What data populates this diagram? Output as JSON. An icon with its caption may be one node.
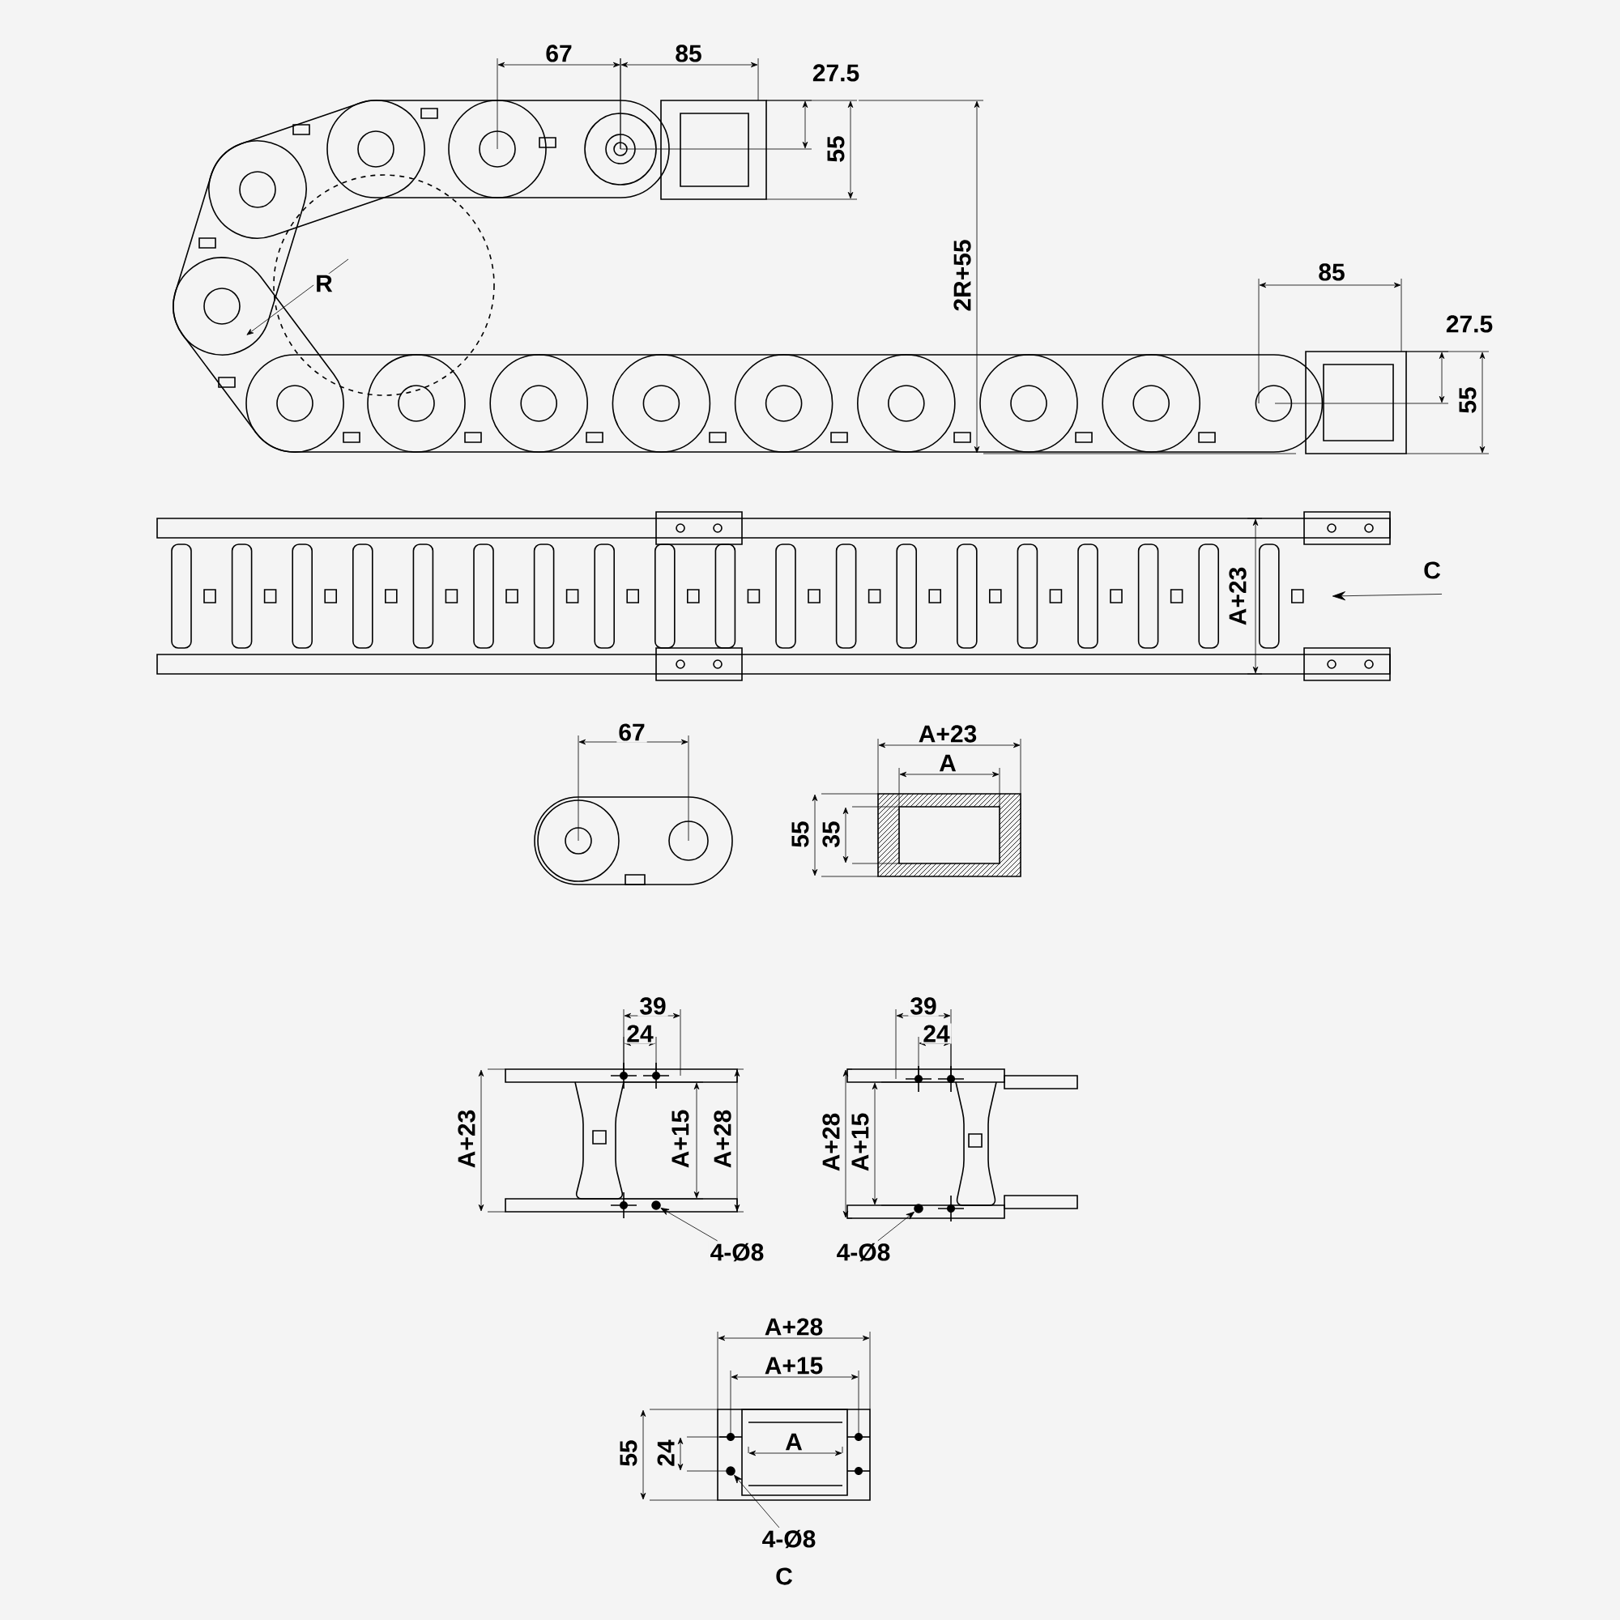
{
  "diagram": {
    "nodes": [
      {
        "text": [
          "C"
        ]
      },
      {
        "text": [
          "4-Ø8"
        ]
      },
      {
        "text": [],
        "shape": "circle"
      },
      {
        "text": [
          "4-Ø8"
        ]
      },
      {
        "text": [],
        "shape": "circle"
      },
      {
        "text": [
          "4-Ø8"
        ]
      },
      {
        "text": [],
        "shape": "circle"
      }
    ],
    "edges": [
      {
        "from": 0,
        "to": null,
        "arrow": "to"
      },
      {
        "from": 1,
        "to": 2,
        "arrow": "to"
      },
      {
        "from": 3,
        "to": 4,
        "arrow": "to"
      },
      {
        "from": 5,
        "to": 6,
        "arrow": "to"
      }
    ],
    "labels": [
      "67",
      "85",
      "27.5",
      "55",
      "2R+55",
      "R",
      "85",
      "27.5",
      "55",
      "A+23",
      "67",
      "A+23",
      "A",
      "55",
      "35",
      "39",
      "24",
      "A+23",
      "A+15",
      "A+28",
      "39",
      "24",
      "A+28",
      "A+15",
      "A+28",
      "A+15",
      "55",
      "24",
      "A",
      "C"
    ]
  }
}
